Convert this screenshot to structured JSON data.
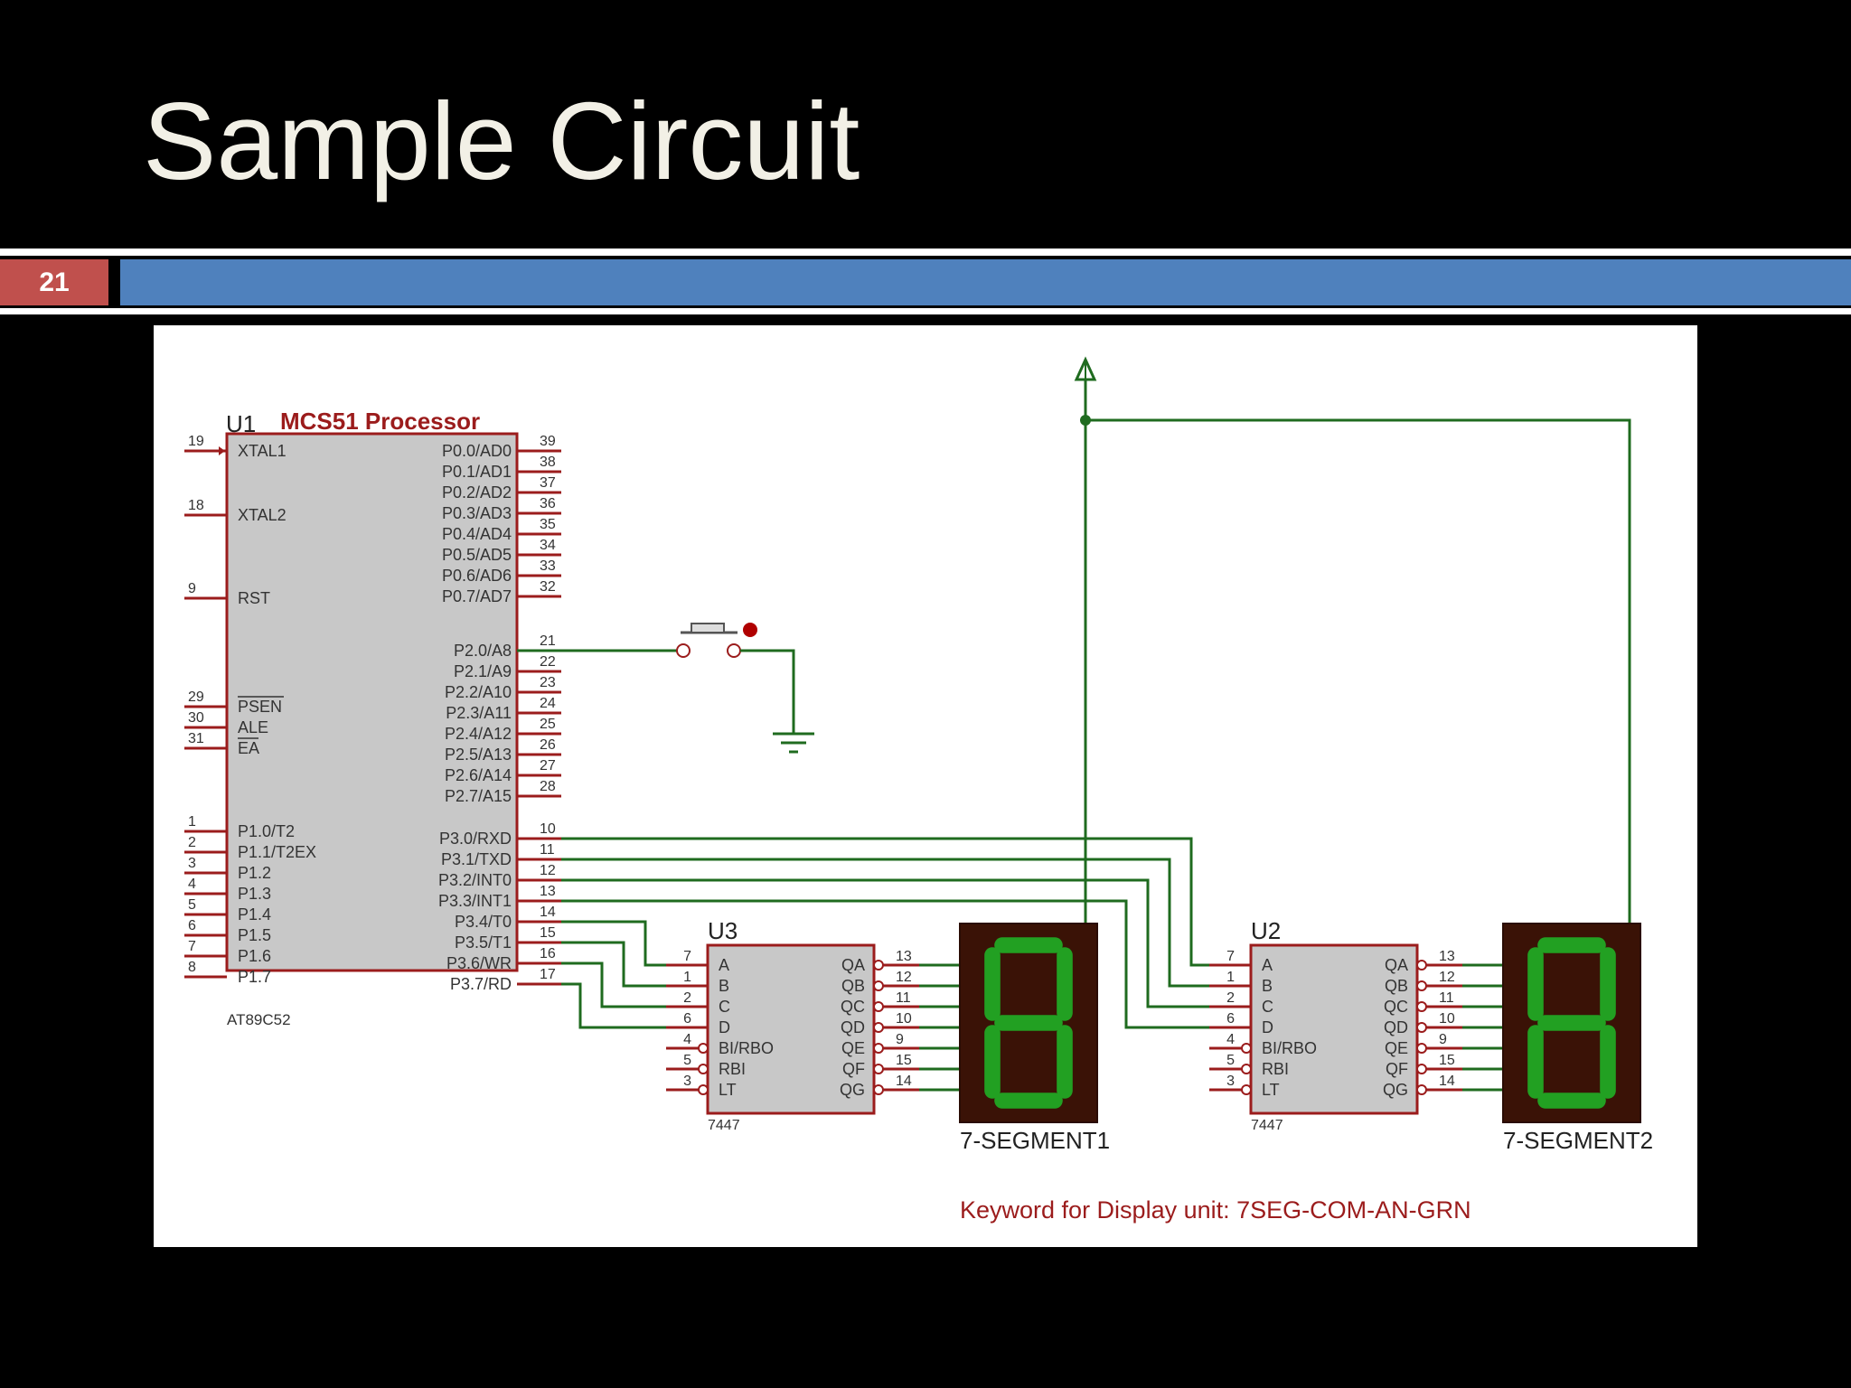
{
  "slide": {
    "title": "Sample Circuit",
    "number": "21",
    "colors": {
      "background": "#000000",
      "accent_red": "#c0504d",
      "accent_blue": "#4f81bd",
      "wire": "#1f6b1f",
      "pin": "#9b1c1c",
      "chip_fill": "#c8c8c8",
      "display_bg": "#3a1206",
      "segment": "#22a022"
    }
  },
  "circuit": {
    "u1": {
      "ref": "U1",
      "name": "MCS51 Processor",
      "part": "AT89C52",
      "left_pins": [
        {
          "num": "19",
          "label": "XTAL1"
        },
        {
          "num": "18",
          "label": "XTAL2"
        },
        {
          "num": "9",
          "label": "RST"
        },
        {
          "num": "29",
          "label": "PSEN"
        },
        {
          "num": "30",
          "label": "ALE"
        },
        {
          "num": "31",
          "label": "EA"
        },
        {
          "num": "1",
          "label": "P1.0/T2"
        },
        {
          "num": "2",
          "label": "P1.1/T2EX"
        },
        {
          "num": "3",
          "label": "P1.2"
        },
        {
          "num": "4",
          "label": "P1.3"
        },
        {
          "num": "5",
          "label": "P1.4"
        },
        {
          "num": "6",
          "label": "P1.5"
        },
        {
          "num": "7",
          "label": "P1.6"
        },
        {
          "num": "8",
          "label": "P1.7"
        }
      ],
      "right_pins": [
        {
          "num": "39",
          "label": "P0.0/AD0"
        },
        {
          "num": "38",
          "label": "P0.1/AD1"
        },
        {
          "num": "37",
          "label": "P0.2/AD2"
        },
        {
          "num": "36",
          "label": "P0.3/AD3"
        },
        {
          "num": "35",
          "label": "P0.4/AD4"
        },
        {
          "num": "34",
          "label": "P0.5/AD5"
        },
        {
          "num": "33",
          "label": "P0.6/AD6"
        },
        {
          "num": "32",
          "label": "P0.7/AD7"
        },
        {
          "num": "21",
          "label": "P2.0/A8"
        },
        {
          "num": "22",
          "label": "P2.1/A9"
        },
        {
          "num": "23",
          "label": "P2.2/A10"
        },
        {
          "num": "24",
          "label": "P2.3/A11"
        },
        {
          "num": "25",
          "label": "P2.4/A12"
        },
        {
          "num": "26",
          "label": "P2.5/A13"
        },
        {
          "num": "27",
          "label": "P2.6/A14"
        },
        {
          "num": "28",
          "label": "P2.7/A15"
        },
        {
          "num": "10",
          "label": "P3.0/RXD"
        },
        {
          "num": "11",
          "label": "P3.1/TXD"
        },
        {
          "num": "12",
          "label": "P3.2/INT0"
        },
        {
          "num": "13",
          "label": "P3.3/INT1"
        },
        {
          "num": "14",
          "label": "P3.4/T0"
        },
        {
          "num": "15",
          "label": "P3.5/T1"
        },
        {
          "num": "16",
          "label": "P3.6/WR"
        },
        {
          "num": "17",
          "label": "P3.7/RD"
        }
      ]
    },
    "decoders": [
      {
        "ref": "U3",
        "part": "7447",
        "inputs": [
          {
            "num": "7",
            "label": "A"
          },
          {
            "num": "1",
            "label": "B"
          },
          {
            "num": "2",
            "label": "C"
          },
          {
            "num": "6",
            "label": "D"
          },
          {
            "num": "4",
            "label": "BI/RBO"
          },
          {
            "num": "5",
            "label": "RBI"
          },
          {
            "num": "3",
            "label": "LT"
          }
        ],
        "outputs": [
          {
            "num": "13",
            "label": "QA"
          },
          {
            "num": "12",
            "label": "QB"
          },
          {
            "num": "11",
            "label": "QC"
          },
          {
            "num": "10",
            "label": "QD"
          },
          {
            "num": "9",
            "label": "QE"
          },
          {
            "num": "15",
            "label": "QF"
          },
          {
            "num": "14",
            "label": "QG"
          }
        ]
      },
      {
        "ref": "U2",
        "part": "7447",
        "inputs": [
          {
            "num": "7",
            "label": "A"
          },
          {
            "num": "1",
            "label": "B"
          },
          {
            "num": "2",
            "label": "C"
          },
          {
            "num": "6",
            "label": "D"
          },
          {
            "num": "4",
            "label": "BI/RBO"
          },
          {
            "num": "5",
            "label": "RBI"
          },
          {
            "num": "3",
            "label": "LT"
          }
        ],
        "outputs": [
          {
            "num": "13",
            "label": "QA"
          },
          {
            "num": "12",
            "label": "QB"
          },
          {
            "num": "11",
            "label": "QC"
          },
          {
            "num": "10",
            "label": "QD"
          },
          {
            "num": "9",
            "label": "QE"
          },
          {
            "num": "15",
            "label": "QF"
          },
          {
            "num": "14",
            "label": "QG"
          }
        ]
      }
    ],
    "displays": [
      {
        "label": "7-SEGMENT1"
      },
      {
        "label": "7-SEGMENT2"
      }
    ],
    "keyword_note": "Keyword for Display unit: 7SEG-COM-AN-GRN"
  }
}
